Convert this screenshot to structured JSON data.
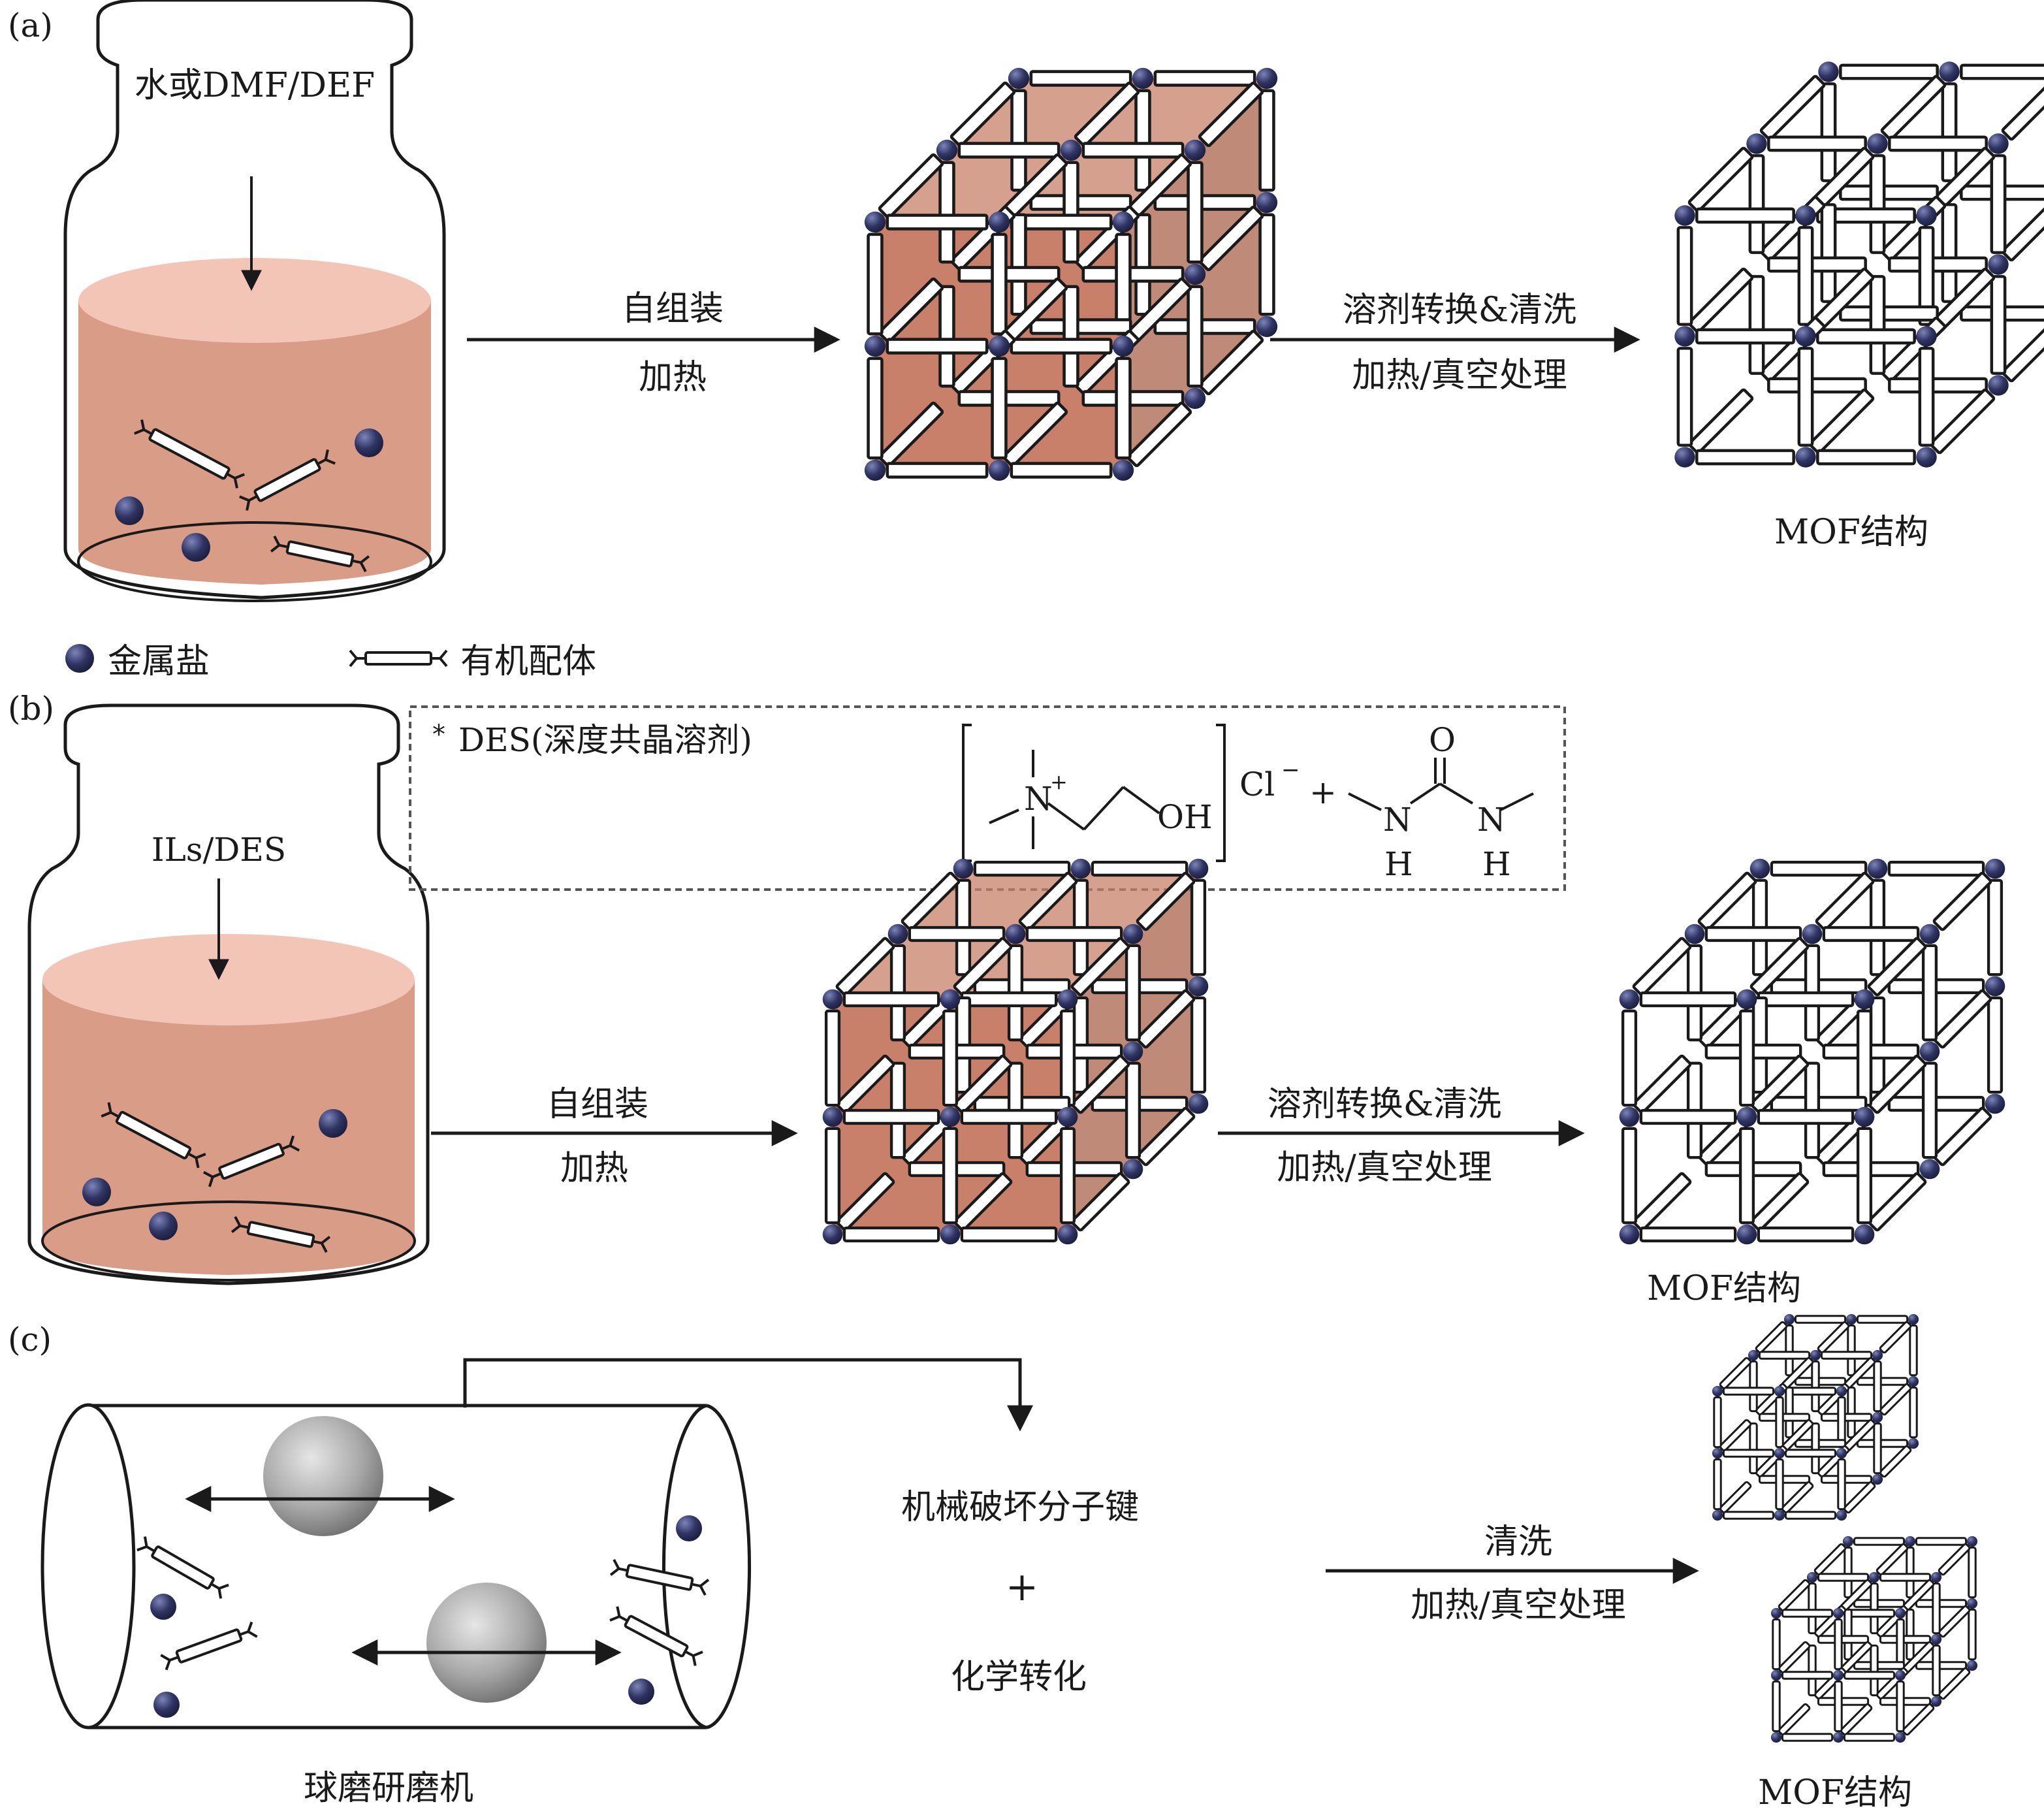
{
  "colors": {
    "solution": "#d99c87",
    "solution_top": "#f3c5b6",
    "metal_node": "#2f3463",
    "cube_fill": "#c8806a",
    "line": "#1a1a1a",
    "ball": "#9a9a9a"
  },
  "panel_a": {
    "tag": "(a)",
    "solvent": "水或DMF/DEF",
    "step1_top": "自组装",
    "step1_bottom": "加热",
    "step2_top": "溶剂转换&清洗",
    "step2_bottom": "加热/真空处理",
    "product": "MOF结构"
  },
  "legend": {
    "metal": "金属盐",
    "ligand": "有机配体"
  },
  "panel_b": {
    "tag": "(b)",
    "solvent": "ILs/DES",
    "des_title": "DES(深度共晶溶剂)",
    "des_star": "*",
    "chem": {
      "n_plus": "N",
      "plus_sign": "+",
      "oh": "OH",
      "cl": "Cl",
      "minus": "−",
      "plus": "+",
      "o": "O",
      "n1": "N",
      "n2": "N",
      "h1": "H",
      "h2": "H"
    },
    "step1_top": "自组装",
    "step1_bottom": "加热",
    "step2_top": "溶剂转换&清洗",
    "step2_bottom": "加热/真空处理",
    "product": "MOF结构"
  },
  "panel_c": {
    "tag": "(c)",
    "mill": "球磨研磨机",
    "mech": "机械破坏分子键",
    "plus": "+",
    "chem": "化学转化",
    "step_top": "清洗",
    "step_bottom": "加热/真空处理",
    "product": "MOF结构"
  }
}
